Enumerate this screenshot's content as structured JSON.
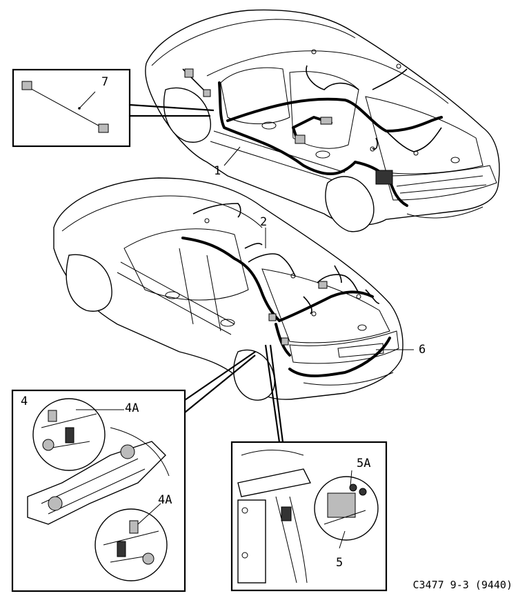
{
  "labels": {
    "l1": "1",
    "l2": "2",
    "l4": "4",
    "l4a_top": "4A",
    "l4a_bottom": "4A",
    "l5": "5",
    "l5a": "5A",
    "l6": "6",
    "l7": "7"
  },
  "figure_code": "C3477 9-3 (9440)"
}
